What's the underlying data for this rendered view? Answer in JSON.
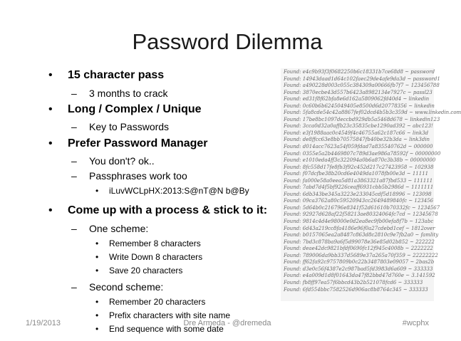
{
  "slide": {
    "title": "Password Dilemma",
    "bullets": {
      "b1": "15 character pass",
      "b1_1": "3 months to crack",
      "b2": "Long / Complex / Unique",
      "b2_1": "Key to Passwords",
      "b3": "Prefer Password Manager",
      "b3_1": "You don't? ok..",
      "b3_2": "Passphrases work too",
      "b3_2_1": "iLuvWCLpHX:2013:S@nT@N b@By",
      "b4": "Come up with a process & stick to it:",
      "b4_1": "One scheme:",
      "b4_1_1": "Remember 8 characters",
      "b4_1_2": "Write Down 8 characters",
      "b4_1_3": "Save 20 characters",
      "b4_2": "Second scheme:",
      "b4_2_1": "Remember 20 characters",
      "b4_2_2": "Prefix characters with site name",
      "b4_2_3": "End sequence with some date"
    },
    "found_lines": [
      "Found: e4c9b93f3f0682250b6c18331b7ce68d8 ~ password",
      "Found: 14943daad1d64c102faec29de4afe9da3d ~ password1",
      "Found: a490228d003c055c384309a00666fb7f7 ~ 123456788",
      "Found: 3870ecbe43d557b6423a8982134e7927c ~ passl23",
      "Found: ed31f8f62bfa8e6d162a5809062fd40d4 ~ linkedin",
      "Found: 0c60b6b6245049405e8500d6d20778356 ~ linkedin",
      "Found: 5fa8cde54c42a8867fef02dcd4b5b3c359d ~ www.linkedin.com",
      "Found: 17be8bc1097deccbd929db5a5468d678 ~ linkedin123",
      "Found: 3cca0d32a0affb23c35835cbe1290ad392 ~ abc123!",
      "Found: e3f1988aac0c4549f4c46755a62c187c66 ~ link3d",
      "Found: de8ffcc63e8bb70575847fb40be32b3da ~ link3din",
      "Found: d014acc7623a54f059fdad7a835540762d ~ 000000",
      "Found: 0355e5a2b4469807c789d3ae986a78592f ~ 00000000",
      "Found: e1010eda4ff3c322094a0b6a870c3b38b ~ 00000000",
      "Found: 8fc558d17fe8fb3f92c452d217c27423958 ~ 102938",
      "Found: f07dcfbe38b20cd6e4049da1078fb00e3d ~ 11111",
      "Found: fa000e58a0eea5d81a3863321a87fbd533 ~ 111111",
      "Found: 7abd7d4f5bf9226ceaff6931cbb5b2986d ~ 1111111",
      "Found: 6db343be345a3223e233045cdf5d18996 ~ 123098",
      "Found: 09ca3762a80c59520943cc2649489840fc ~ 123456",
      "Found: 5d64b0c216796e8341f52d61610b70332fc ~ 1234567",
      "Found: 92927d628af22f58213ae80324064fc7cd ~ 12345678",
      "Found: 9814c4d4e98000e0d2ea8ec9fb00efa8f7b ~ 123abc",
      "Found: 6d43a219cc8fa4186e96f0a27cdebd1cef ~ 1812over",
      "Found: b0157065ea2a8487c863d8c2810c9e7fb2a0 ~ famlity",
      "Found: 7bd3c878ba9a6f5d99078e36e85d02b852 ~ 222222",
      "Found: deae42dc9821bfdf0690fc12f945c4008b ~ 2222222",
      "Found: 789006da9bb337d5689e37a265a70f359 ~ 22222222",
      "Found: ff62fa92c9757809b0c22b3487803e09057 ~ 2bas2b",
      "Found: d3e0c56f4387e2c987bad5fd3983d6a609 ~ 333333",
      "Found: e4a009d1d8f01643da47f82bbd47d760e ~ 3.141592",
      "Found: fb8ff97ea57f6bbcd43b2b521078fcd6 ~ 333333",
      "Found: 6fd554bbc7582526d906ac8b8764c345 ~ 333333"
    ],
    "footer": {
      "date": "1/19/2013",
      "author": "Dre Armeda - @dremeda",
      "tag": "#wcphx"
    }
  }
}
